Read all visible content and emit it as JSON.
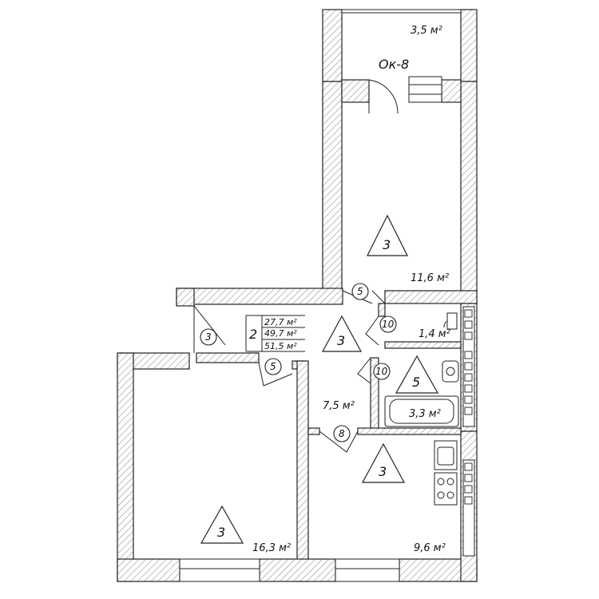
{
  "plan": {
    "window_label": "Ок-8",
    "apartment": {
      "number": "2",
      "areas": [
        "27,7 м²",
        "49,7 м²",
        "51,5 м²"
      ]
    },
    "rooms": [
      {
        "id": "balcony",
        "area": "3,5 м²",
        "marker": ""
      },
      {
        "id": "bedroom",
        "area": "11,6 м²",
        "marker": "3"
      },
      {
        "id": "hall",
        "area": "7,5 м²",
        "marker": "3"
      },
      {
        "id": "toilet",
        "area": "1,4 м²",
        "marker": ""
      },
      {
        "id": "bathroom",
        "area": "3,3 м²",
        "marker": "5"
      },
      {
        "id": "living",
        "area": "16,3 м²",
        "marker": "3"
      },
      {
        "id": "kitchen",
        "area": "9,6 м²",
        "marker": "3"
      }
    ],
    "doors": [
      {
        "id": "door-entrance",
        "code": "3"
      },
      {
        "id": "door-bedroom",
        "code": "5"
      },
      {
        "id": "door-living",
        "code": "5"
      },
      {
        "id": "door-toilet",
        "code": "10"
      },
      {
        "id": "door-bathroom",
        "code": "10"
      },
      {
        "id": "door-kitchen",
        "code": "8"
      }
    ],
    "colors": {
      "wall_outline": "#222222",
      "hatch": "#9a9a9a",
      "background": "#ffffff"
    }
  }
}
